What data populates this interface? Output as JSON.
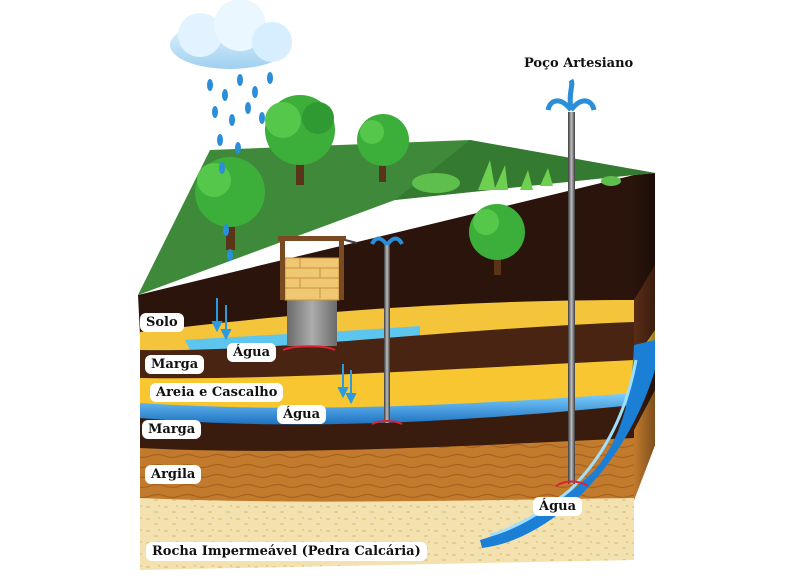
{
  "labels": {
    "artesian_well": "Poço Artesiano",
    "solo": "Solo",
    "agua_top": "Água",
    "marga_top": "Marga",
    "areia": "Areia e Cascalho",
    "agua_mid": "Água",
    "marga_bottom": "Marga",
    "argila": "Argila",
    "agua_right": "Água",
    "rocha": "Rocha Impermeável (Pedra Calcária)"
  },
  "colors": {
    "grass": "#3f8a3a",
    "soil": "#2a140c",
    "marl": "#4a2412",
    "sand": "#f4c43a",
    "water": "#2e9be0",
    "clay": "#c27a2c",
    "rock": "#f3e2b0",
    "pipe": "#5a5a5a"
  }
}
